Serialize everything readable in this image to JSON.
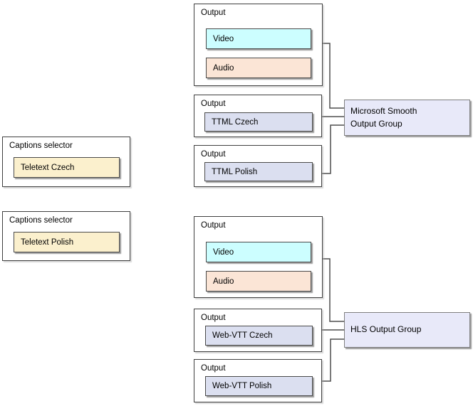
{
  "colors": {
    "video_fill": "#ccfeff",
    "audio_fill": "#fbe5d6",
    "teletext_fill": "#fbf0cd",
    "caption_output_fill": "#dbdff0",
    "group_fill": "#e8e9f9",
    "connector": "#4d4d4d"
  },
  "captions_selectors": [
    {
      "label": "Captions selector",
      "item": "Teletext Czech"
    },
    {
      "label": "Captions selector",
      "item": "Teletext Polish"
    }
  ],
  "smooth_cluster": {
    "av": {
      "label": "Output",
      "video": "Video",
      "audio": "Audio"
    },
    "captions": [
      {
        "label": "Output",
        "item": "TTML Czech"
      },
      {
        "label": "Output",
        "item": "TTML Polish"
      }
    ],
    "group": "Microsoft Smooth\nOutput Group"
  },
  "hls_cluster": {
    "av": {
      "label": "Output",
      "video": "Video",
      "audio": "Audio"
    },
    "captions": [
      {
        "label": "Output",
        "item": "Web-VTT Czech"
      },
      {
        "label": "Output",
        "item": "Web-VTT Polish"
      }
    ],
    "group": "HLS Output Group"
  }
}
